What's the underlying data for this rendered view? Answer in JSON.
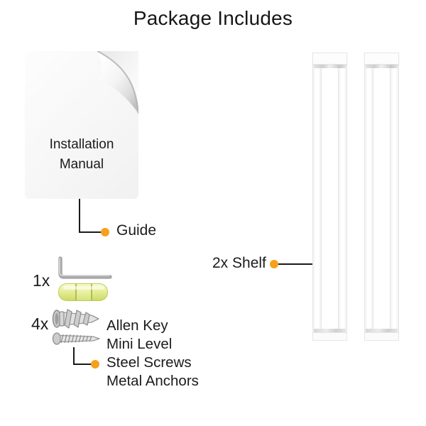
{
  "title": "Package Includes",
  "manual": {
    "line1": "Installation",
    "line2": "Manual"
  },
  "quantities": {
    "tools": "1x",
    "fasteners": "4x"
  },
  "callouts": {
    "guide": {
      "label": "Guide"
    },
    "shelf": {
      "label": "2x Shelf"
    },
    "hardware": {
      "labels": [
        "Allen Key",
        "Mini Level",
        "Steel Screws",
        "Metal Anchors"
      ]
    }
  },
  "icons": {
    "manual_page_curl": "page-curl-icon",
    "allen_key": "allen-key-icon",
    "mini_level": "mini-level-icon",
    "drywall_anchor": "drywall-anchor-icon",
    "steel_screw": "screw-icon",
    "shelf_frame": "shelf-frame-illustration"
  },
  "colors": {
    "accent_orange": "#F5A11E",
    "leader_line": "#1a1a1a",
    "text": "#1c1c1c",
    "level_body": "#e6ee97",
    "metal_gray": "#b3b3b3",
    "shelf_edge": "#e5e5e5"
  }
}
